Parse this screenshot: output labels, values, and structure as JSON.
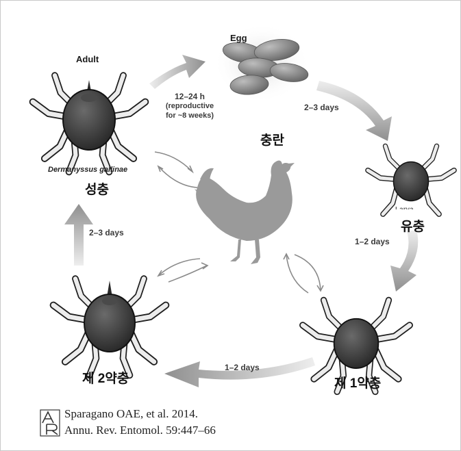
{
  "labels": {
    "egg_en": "Egg",
    "egg_ko": "충란",
    "adult_en": "Adult",
    "adult_ko": "성충",
    "species": "Dermanyssus gallinae",
    "larva_en": "Larva",
    "larva_ko": "유충",
    "nymph1_ko": "제 1약충",
    "nymph2_ko": "제 2약충"
  },
  "durations": {
    "adult_to_egg_line1": "12–24 h",
    "adult_to_egg_line2": "(reproductive",
    "adult_to_egg_line3": "for ~8 weeks)",
    "egg_to_larva": "2–3 days",
    "larva_to_nymph1": "1–2 days",
    "nymph1_to_nymph2": "1–2 days",
    "nymph2_to_adult": "2–3 days"
  },
  "citation": {
    "line1": "Sparagano OAE, et al. 2014.",
    "line2": "Annu. Rev. Entomol. 59:447–66"
  },
  "colors": {
    "arrow": "#8f8f8f",
    "mite_body": "#3a3a3a",
    "mite_legs": "#e6e6e6",
    "hen": "#9a9a9a",
    "egg": "#7d7d7d"
  }
}
